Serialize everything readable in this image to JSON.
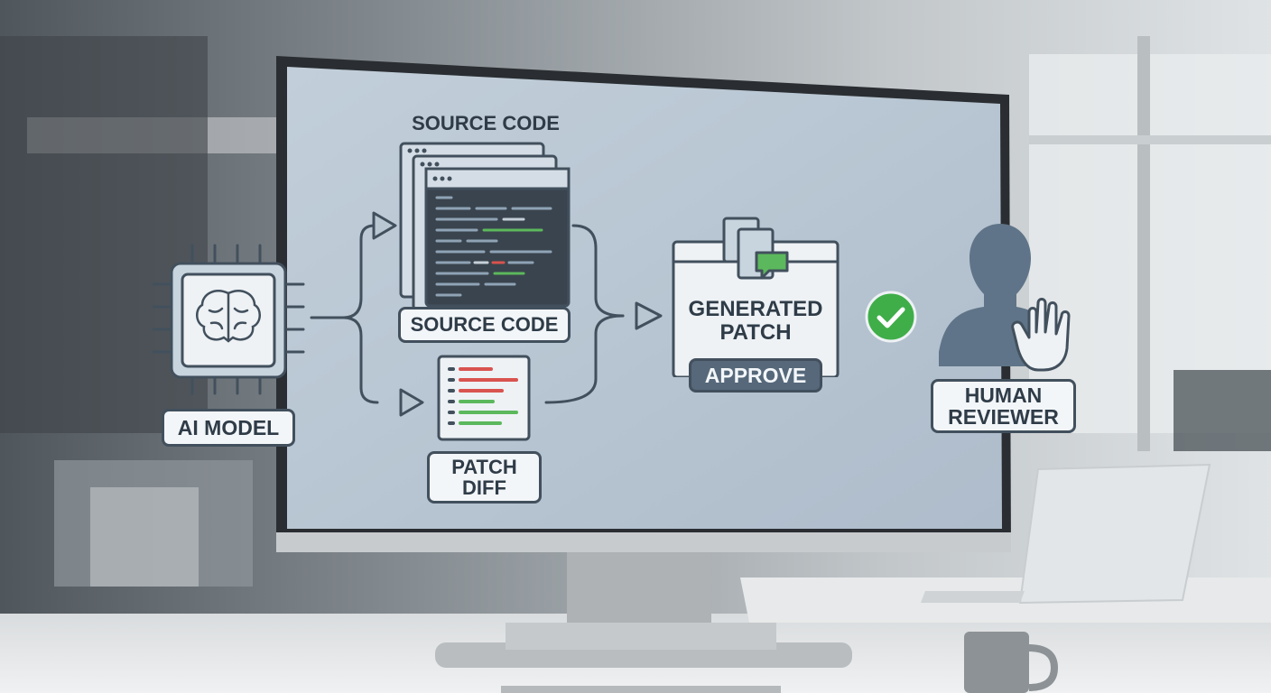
{
  "diagram": {
    "source_code_heading": "SOURCE CODE",
    "source_code_label": "SOURCE CODE",
    "ai_model_label": "AI MODEL",
    "patch_diff_line1": "PATCH",
    "patch_diff_line2": "DIFF",
    "generated_patch_line1": "GENERATED",
    "generated_patch_line2": "PATCH",
    "approve_label": "APPROVE",
    "human_reviewer_line1": "HUMAN",
    "human_reviewer_line2": "REVIEWER"
  },
  "colors": {
    "screen_bg": "#b9c7d3",
    "outline": "#42505d",
    "code_bg": "#3a444e",
    "diff_red": "#d9534f",
    "diff_green": "#5cb85c",
    "check_green": "#3fae49",
    "person": "#5f7488"
  }
}
